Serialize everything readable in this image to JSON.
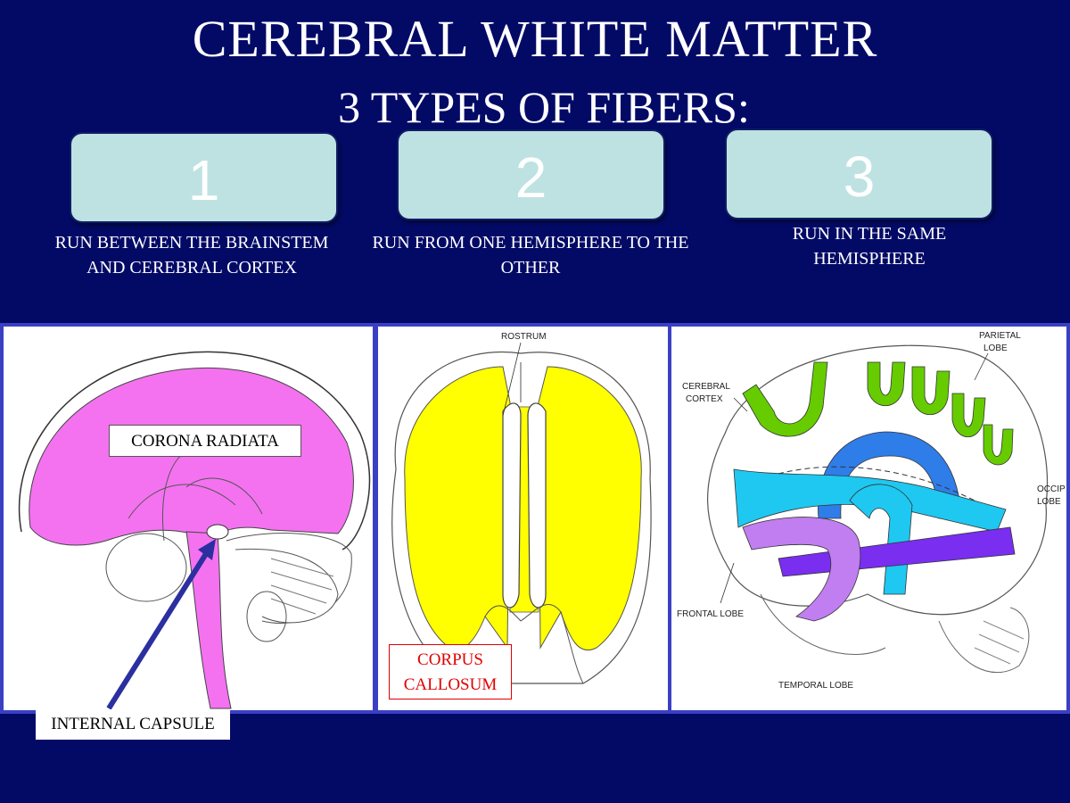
{
  "title": "CEREBRAL WHITE MATTER",
  "subtitle": "3 TYPES OF FIBERS:",
  "fiber_types": [
    {
      "number": "1",
      "description": "RUN BETWEEN THE BRAINSTEM AND CEREBRAL CORTEX"
    },
    {
      "number": "2",
      "description": "RUN FROM ONE HEMISPHERE TO THE OTHER"
    },
    {
      "number": "3",
      "description": "RUN IN THE SAME HEMISPHERE"
    }
  ],
  "panel1": {
    "corona_label": "CORONA RADIATA",
    "capsule_label": "INTERNAL CAPSULE",
    "fiber_color": "#f472f0",
    "arrow_color": "#2b2fa0"
  },
  "panel2": {
    "rostrum_label": "ROSTRUM",
    "corpus_label": "CORPUS CALLOSUM",
    "fiber_color": "#ffff00",
    "label_color": "#e00000"
  },
  "panel3": {
    "parietal_label": "PARIETAL LOBE",
    "cortex_label": "CEREBRAL CORTEX",
    "occipital_label": "OCCIP LOBE",
    "frontal_label": "FRONTAL LOBE",
    "temporal_label": "TEMPORAL LOBE",
    "colors": [
      "#66cc00",
      "#2f7de8",
      "#1ec8f0",
      "#7a2ef0",
      "#c07ef0"
    ]
  },
  "colors": {
    "background": "#030a66",
    "box_fill": "#bee2e2",
    "panel_border": "#3a3fc4"
  }
}
